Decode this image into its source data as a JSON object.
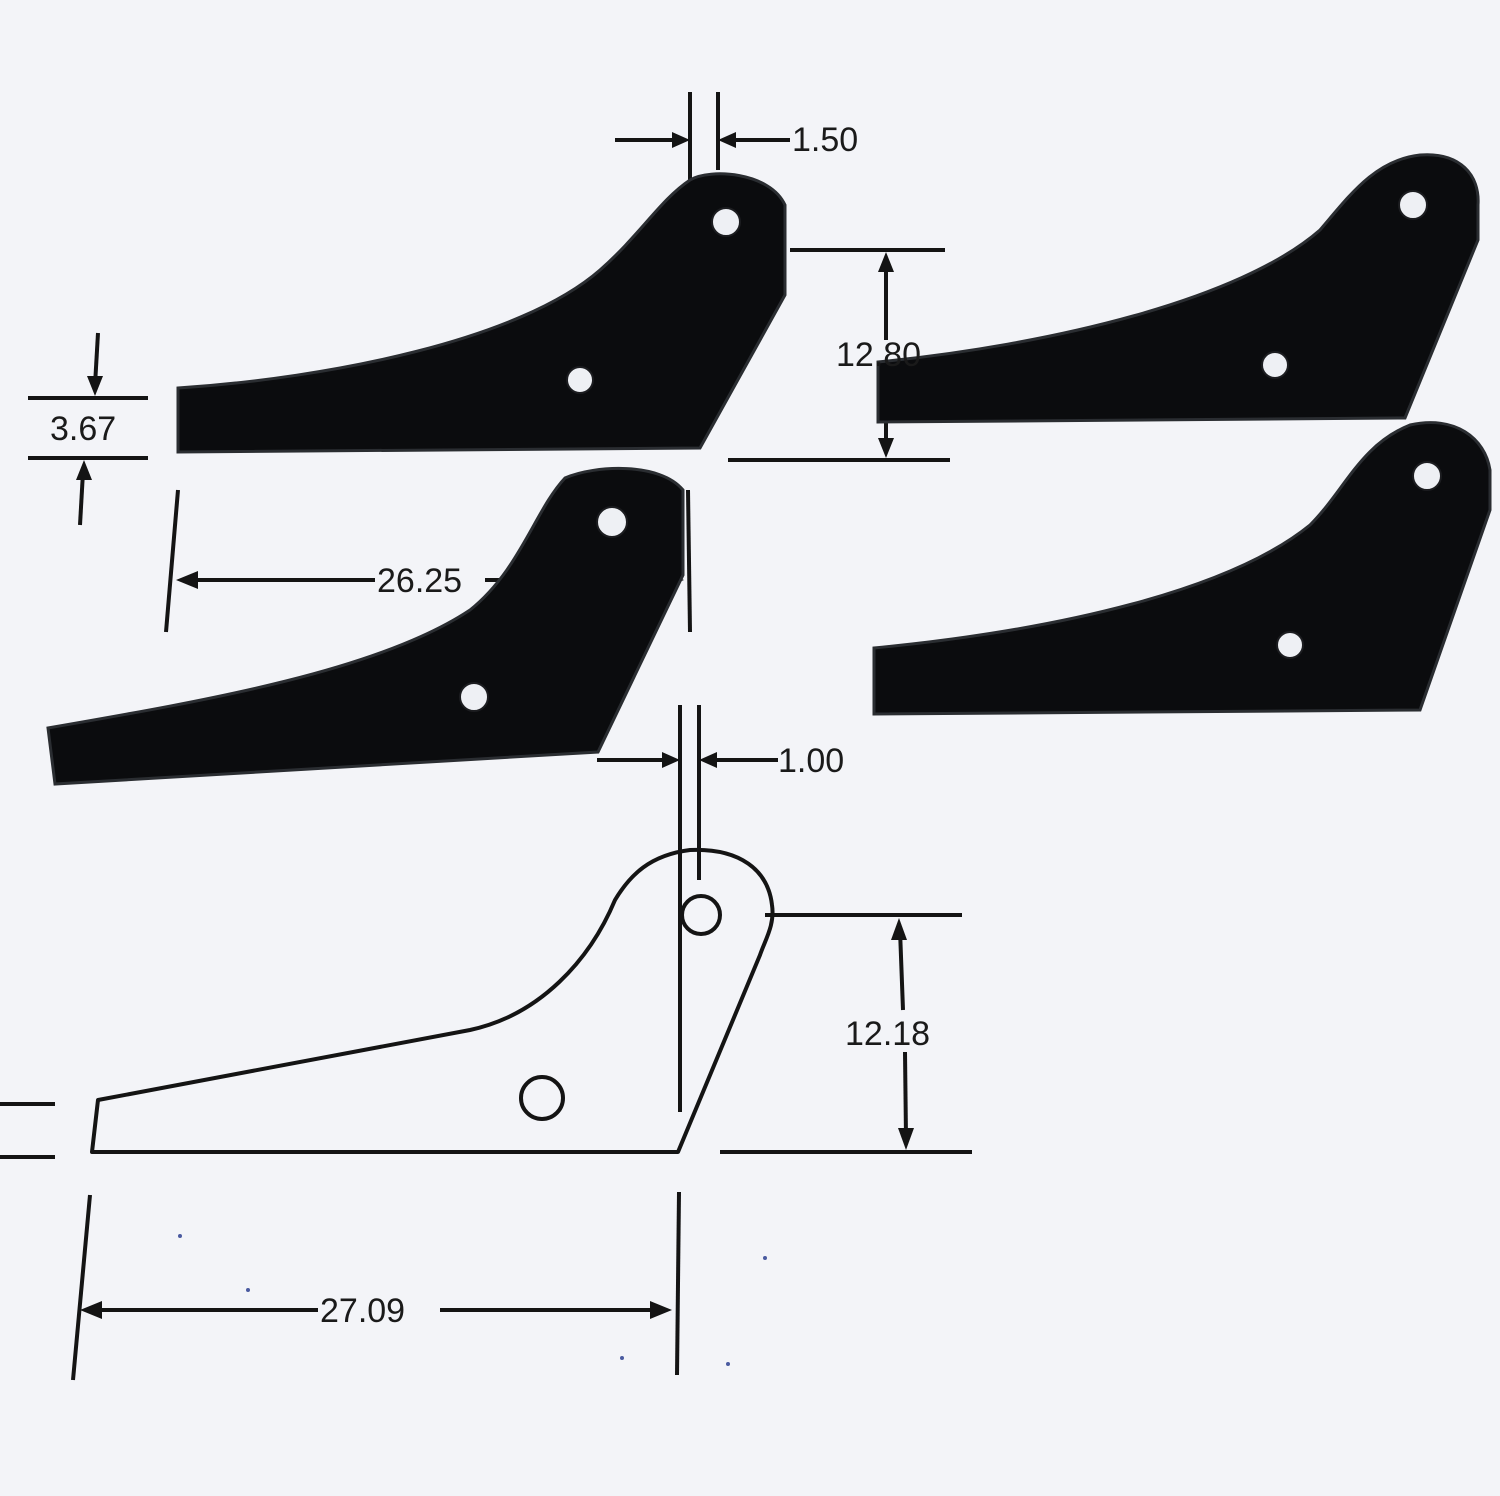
{
  "dimensions": {
    "top_gap": "1.50",
    "top_height": "12.80",
    "thickness": "3.67",
    "top_length": "26.25",
    "bottom_gap": "1.00",
    "bottom_height": "12.18",
    "bottom_length": "27.09"
  },
  "colors": {
    "paper": "#f3f4f8",
    "ink": "#141414",
    "carbon_dark": "#0b0c0e",
    "carbon_light": "#3a3f3d"
  },
  "objects": [
    "carbon-fiber-part",
    "carbon-fiber-part",
    "carbon-fiber-part",
    "carbon-fiber-part",
    "technical-drawing-outline"
  ]
}
